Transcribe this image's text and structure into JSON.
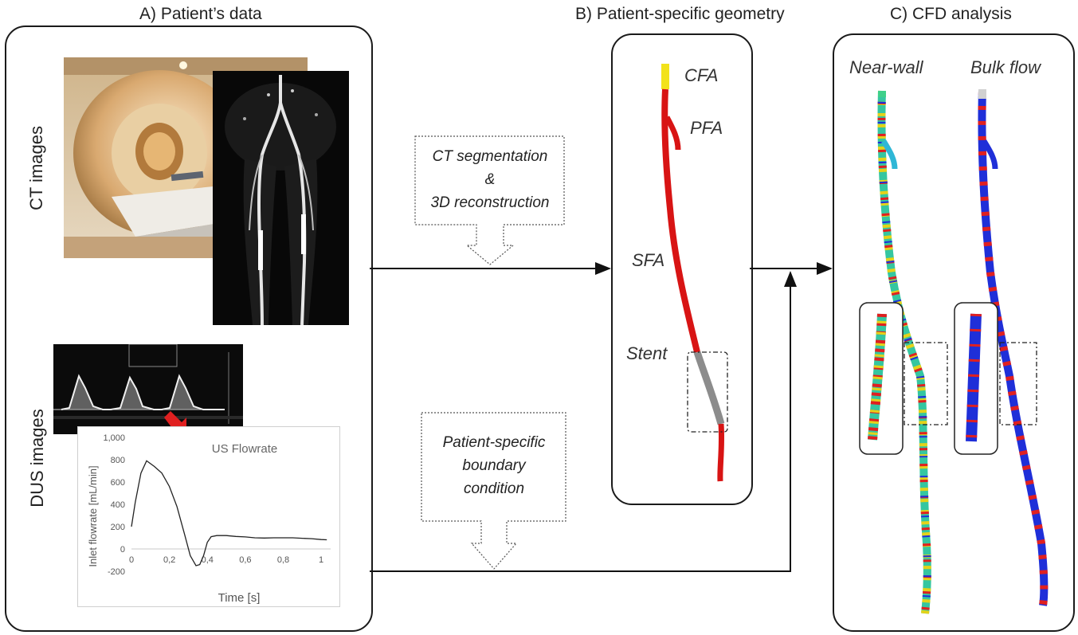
{
  "panels": {
    "a_title": "A) Patient’s data",
    "b_title": "B) Patient-specific geometry",
    "c_title": "C) CFD analysis"
  },
  "side_labels": {
    "ct": "CT images",
    "dus": "DUS images"
  },
  "callouts": {
    "ct_line1": "CT segmentation",
    "ct_line2": "&",
    "ct_line3": "3D reconstruction",
    "bc_line1": "Patient-specific",
    "bc_line2": "boundary",
    "bc_line3": "condition"
  },
  "geometry_labels": {
    "cfa": "CFA",
    "pfa": "PFA",
    "sfa": "SFA",
    "stent": "Stent"
  },
  "cfd_labels": {
    "near_wall": "Near-wall",
    "bulk_flow": "Bulk flow"
  },
  "colors": {
    "vessel": "#d81414",
    "cfa": "#f2e21a",
    "stent": "#8c8c8c",
    "blue": "#1f2fd8",
    "green": "#3ed08a"
  },
  "chart_data": {
    "type": "line",
    "title": "US Flowrate",
    "xlabel": "Time [s]",
    "ylabel": "Inlet flowrate [mL/min]",
    "xlim": [
      0,
      1.05
    ],
    "ylim": [
      -200,
      1000
    ],
    "x_ticks": [
      "0",
      "0,2",
      "0,4",
      "0,6",
      "0,8",
      "1"
    ],
    "y_ticks": [
      "-200",
      "0",
      "200",
      "400",
      "600",
      "800",
      "1,000"
    ],
    "series": [
      {
        "x": [
          0,
          0.02,
          0.05,
          0.08,
          0.12,
          0.16,
          0.2,
          0.24,
          0.28,
          0.31,
          0.34,
          0.36,
          0.38,
          0.4,
          0.42,
          0.45,
          0.5,
          0.55,
          0.6,
          0.65,
          0.7,
          0.75,
          0.8,
          0.85,
          0.9,
          0.95,
          1.0,
          1.03
        ],
        "y": [
          200,
          420,
          680,
          790,
          740,
          680,
          560,
          380,
          130,
          -60,
          -150,
          -140,
          -60,
          60,
          110,
          120,
          120,
          112,
          108,
          100,
          98,
          100,
          100,
          100,
          96,
          92,
          84,
          82
        ]
      }
    ]
  }
}
